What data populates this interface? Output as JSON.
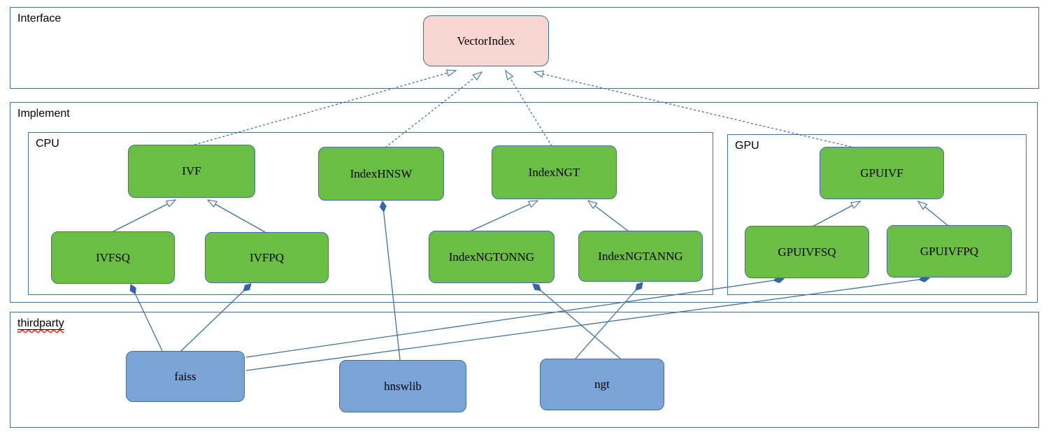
{
  "diagram": {
    "title_hint": "VectorIndex class diagram",
    "sections": {
      "interface": {
        "label": "Interface"
      },
      "implement": {
        "label": "Implement"
      },
      "cpu": {
        "label": "CPU"
      },
      "gpu": {
        "label": "GPU"
      },
      "thirdparty": {
        "label": "thirdparty"
      }
    },
    "nodes": {
      "vectorindex": {
        "label": "VectorIndex",
        "kind": "interface"
      },
      "ivf": {
        "label": "IVF",
        "kind": "cpu-class"
      },
      "indexhnsw": {
        "label": "IndexHNSW",
        "kind": "cpu-class"
      },
      "indexngt": {
        "label": "IndexNGT",
        "kind": "cpu-class"
      },
      "ivfsq": {
        "label": "IVFSQ",
        "kind": "cpu-class"
      },
      "ivfpq": {
        "label": "IVFPQ",
        "kind": "cpu-class"
      },
      "indexngtonng": {
        "label": "IndexNGTONNG",
        "kind": "cpu-class"
      },
      "indexngtanng": {
        "label": "IndexNGTANNG",
        "kind": "cpu-class"
      },
      "gpuivf": {
        "label": "GPUIVF",
        "kind": "gpu-class"
      },
      "gpuivfsq": {
        "label": "GPUIVFSQ",
        "kind": "gpu-class"
      },
      "gpuivfpq": {
        "label": "GPUIVFPQ",
        "kind": "gpu-class"
      },
      "faiss": {
        "label": "faiss",
        "kind": "thirdparty-lib"
      },
      "hnswlib": {
        "label": "hnswlib",
        "kind": "thirdparty-lib"
      },
      "ngt": {
        "label": "ngt",
        "kind": "thirdparty-lib"
      }
    },
    "edges": [
      {
        "from": "IVF",
        "to": "VectorIndex",
        "type": "realization-dashed-hollow-arrow"
      },
      {
        "from": "IndexHNSW",
        "to": "VectorIndex",
        "type": "realization-dashed-hollow-arrow"
      },
      {
        "from": "IndexNGT",
        "to": "VectorIndex",
        "type": "realization-dashed-hollow-arrow"
      },
      {
        "from": "GPUIVF",
        "to": "VectorIndex",
        "type": "realization-dashed-hollow-arrow"
      },
      {
        "from": "IVFSQ",
        "to": "IVF",
        "type": "generalization-hollow-arrow"
      },
      {
        "from": "IVFPQ",
        "to": "IVF",
        "type": "generalization-hollow-arrow"
      },
      {
        "from": "IndexNGTONNG",
        "to": "IndexNGT",
        "type": "generalization-hollow-arrow"
      },
      {
        "from": "IndexNGTANNG",
        "to": "IndexNGT",
        "type": "generalization-hollow-arrow"
      },
      {
        "from": "GPUIVFSQ",
        "to": "GPUIVF",
        "type": "generalization-hollow-arrow"
      },
      {
        "from": "GPUIVFPQ",
        "to": "GPUIVF",
        "type": "generalization-hollow-arrow"
      },
      {
        "from": "IVFSQ",
        "to": "faiss",
        "type": "composition-filled-diamond"
      },
      {
        "from": "IVFPQ",
        "to": "faiss",
        "type": "composition-filled-diamond"
      },
      {
        "from": "IndexHNSW",
        "to": "hnswlib",
        "type": "composition-filled-diamond"
      },
      {
        "from": "IndexNGTONNG",
        "to": "ngt",
        "type": "composition-filled-diamond"
      },
      {
        "from": "IndexNGTANNG",
        "to": "ngt",
        "type": "composition-filled-diamond"
      },
      {
        "from": "GPUIVFSQ",
        "to": "faiss",
        "type": "composition-filled-diamond"
      },
      {
        "from": "GPUIVFPQ",
        "to": "faiss",
        "type": "composition-filled-diamond"
      }
    ],
    "colors": {
      "class_fill_green": "#6CBD45",
      "interface_fill_pink": "#F9D5D2",
      "thirdparty_fill_blue": "#7AA4D5",
      "border_and_line_blue": "#41719C",
      "diamond_fill_blue": "#3465A4",
      "spellcheck_squiggle_red": "#d03a2b",
      "background": "#FFFFFF"
    }
  }
}
